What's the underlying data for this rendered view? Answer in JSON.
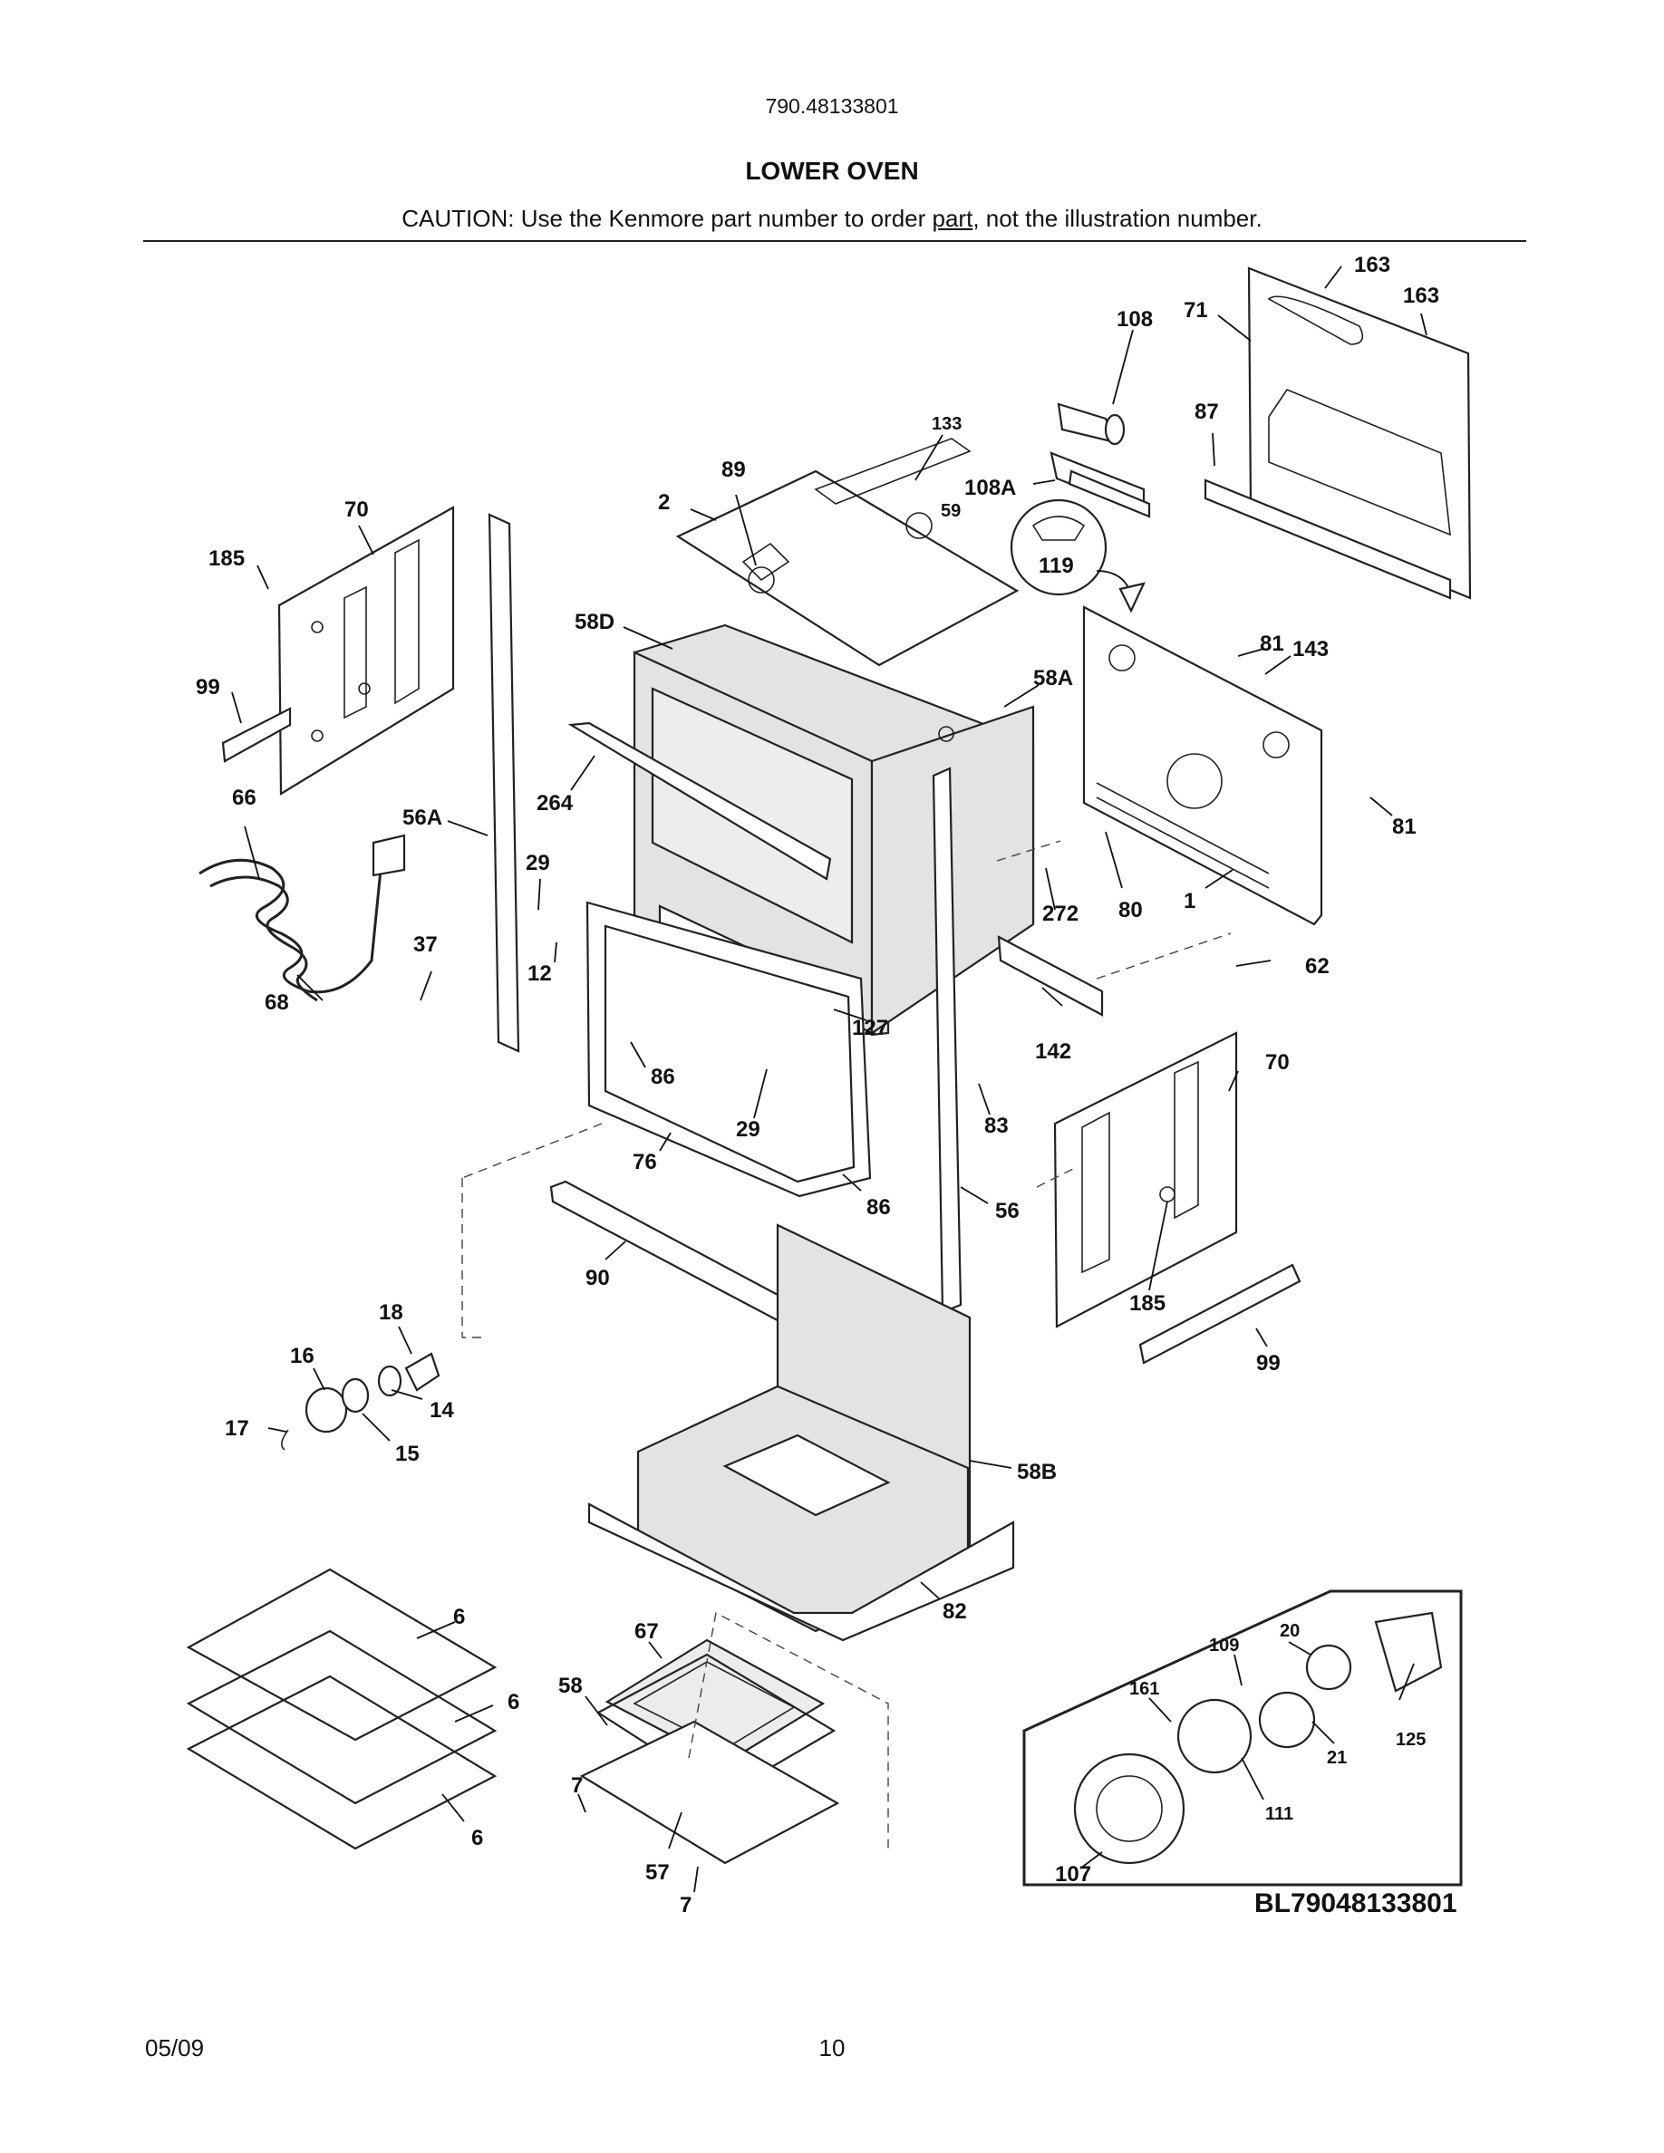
{
  "header": {
    "model_number": "790.48133801",
    "title": "LOWER OVEN",
    "caution_before": "CAUTION: Use the Kenmore part number to order ",
    "caution_underlined": "part",
    "caution_after": ", not the illustration number."
  },
  "diagram_id": "BL79048133801",
  "footer": {
    "date": "05/09",
    "page": "10"
  },
  "callouts": [
    "163",
    "163",
    "71",
    "108",
    "87",
    "133",
    "108A",
    "89",
    "2",
    "59",
    "119",
    "70",
    "185",
    "99",
    "58D",
    "58A",
    "81",
    "143",
    "81",
    "264",
    "66",
    "56A",
    "29",
    "272",
    "80",
    "1",
    "12",
    "37",
    "68",
    "127",
    "62",
    "142",
    "86",
    "29",
    "70",
    "76",
    "83",
    "86",
    "56",
    "90",
    "185",
    "99",
    "18",
    "16",
    "14",
    "17",
    "15",
    "58B",
    "6",
    "67",
    "82",
    "20",
    "109",
    "58",
    "161",
    "6",
    "125",
    "21",
    "7",
    "111",
    "57",
    "6",
    "107",
    "7"
  ]
}
